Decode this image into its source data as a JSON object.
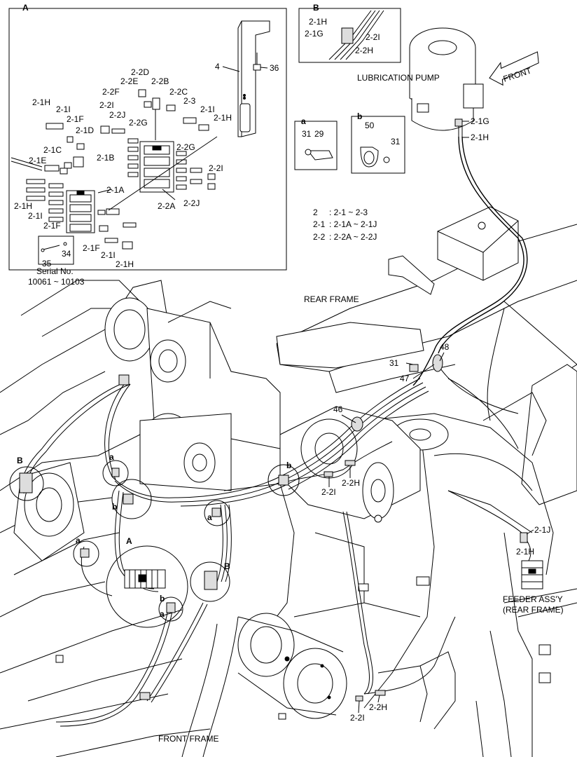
{
  "insets": {
    "A": {
      "title": "A",
      "labels": {
        "p4": "4",
        "p36": "36",
        "h2_2D": "2-2D",
        "h2_2E": "2-2E",
        "h2_2B": "2-2B",
        "h2_2F": "2-2F",
        "h2_2C": "2-2C",
        "h2_2I_top": "2-2I",
        "h2_2J_top": "2-2J",
        "h2_3": "2-3",
        "h2_1I_tr": "2-1I",
        "h2_1H_tr": "2-1H",
        "h2_1H_tl": "2-1H",
        "h2_1I_tl": "2-1I",
        "h2_1F_tl": "2-1F",
        "h2_1D": "2-1D",
        "h2_2G_top": "2-2G",
        "h2_1C": "2-1C",
        "h2_1B": "2-1B",
        "h2_1E": "2-1E",
        "h2_2G_r": "2-2G",
        "h2_2I_r": "2-2I",
        "h2_1A": "2-1A",
        "h2_2J_r": "2-2J",
        "h2_2A": "2-2A",
        "h2_1H_l": "2-1H",
        "h2_1I_l": "2-1I",
        "h2_1F_l": "2-1F",
        "h2_1F_b": "2-1F",
        "h2_1I_b": "2-1I",
        "h2_1H_b": "2-1H",
        "p34": "34",
        "p35": "35"
      }
    },
    "serial": {
      "line1": "Serial No.",
      "line2": "10061 ~ 10103"
    },
    "B": {
      "title": "B",
      "l1": "2-1H",
      "l2": "2-1G",
      "l3": "2-2I",
      "l4": "2-2H"
    },
    "a": {
      "title": "a",
      "p31": "31",
      "p29": "29"
    },
    "b": {
      "title": "b",
      "p50": "50",
      "p31": "31"
    }
  },
  "lubrication_pump": {
    "label": "LUBRICATION PUMP",
    "front": "FRONT",
    "l1G": "2-1G",
    "l1H": "2-1H"
  },
  "legend": {
    "lines": [
      {
        "key": "2",
        "value": ": 2-1 ~ 2-3"
      },
      {
        "key": "2-1",
        "value": ": 2-1A ~ 2-1J"
      },
      {
        "key": "2-2",
        "value": ": 2-2A ~ 2-2J"
      }
    ]
  },
  "main": {
    "rear_frame": "REAR FRAME",
    "front_frame": "FRONT FRAME",
    "feeder": {
      "line1": "FEEDER ASS'Y",
      "line2": "(REAR FRAME)"
    },
    "callouts": {
      "p48": "48",
      "p31": "31",
      "p47": "47",
      "p46": "46",
      "h2_2H_mid": "2-2H",
      "h2_2I_mid": "2-2I",
      "h2_1J": "2-1J",
      "h2_1H": "2-1H",
      "h2_2H_bot": "2-2H",
      "h2_2I_bot": "2-2I",
      "B_left": "B",
      "a1": "a",
      "b1": "b",
      "a2": "a",
      "b_mid": "b",
      "a3": "a",
      "A": "A",
      "B_mid": "B",
      "a4": "a",
      "b_right": "b"
    }
  }
}
